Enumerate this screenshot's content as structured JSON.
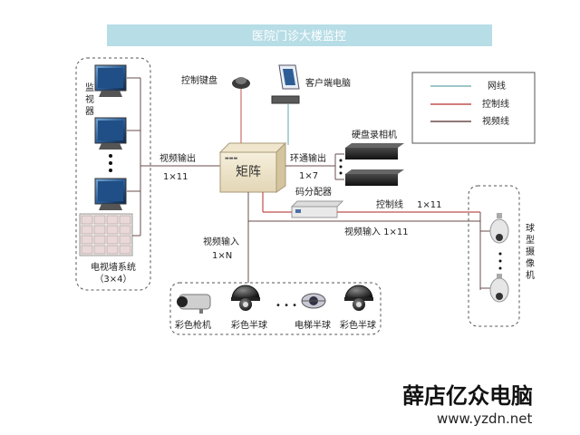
{
  "title": "医院门诊大楼监控",
  "legend": {
    "items": [
      {
        "label": "网线",
        "color": "#7fb3b8"
      },
      {
        "label": "控制线",
        "color": "#c0504d"
      },
      {
        "label": "视频线",
        "color": "#6b4c4c"
      }
    ]
  },
  "nodes": {
    "monitors_label": "监视器",
    "tv_wall_label": "电视墙系统",
    "tv_wall_size": "（3×4）",
    "keyboard_label": "控制键盘",
    "client_pc_label": "客户端电脑",
    "matrix_label": "矩阵",
    "dvr_label": "硬盘录相机",
    "code_distributor_label": "码分配器",
    "dome_camera_group_label": "球型摄像机"
  },
  "connections": {
    "video_out_label": "视频输出",
    "video_out_ratio": "1×11",
    "loop_out_label": "环通输出",
    "loop_out_ratio": "1×7",
    "control_line_label": "控制线",
    "control_line_ratio": "1×11",
    "video_in_ratio_label": "视频输入 1×11",
    "video_in_label": "视频输入",
    "video_in_ratio": "1×N"
  },
  "cameras": [
    {
      "label": "彩色枪机"
    },
    {
      "label": "彩色半球"
    },
    {
      "label": "电梯半球"
    },
    {
      "label": "彩色半球"
    }
  ],
  "ellipsis": "• • •",
  "watermark": {
    "brand": "薛店亿众电脑",
    "url": "www.yzdn.net"
  }
}
